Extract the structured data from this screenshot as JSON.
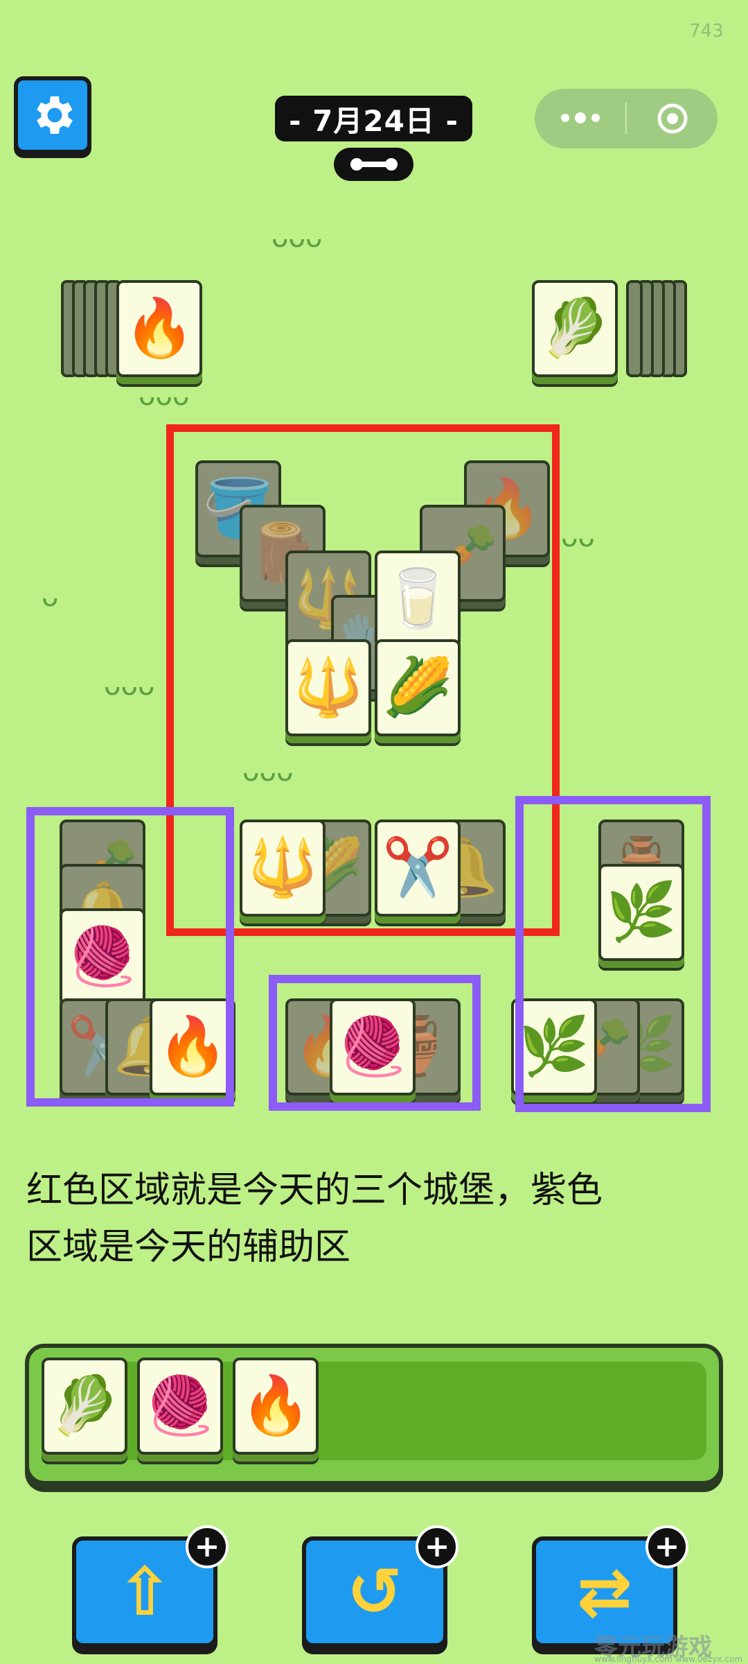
{
  "header": {
    "counter": "743",
    "date_label": "- 7月24日 -"
  },
  "icons": {
    "settings": "gear-icon",
    "more": "more-dots-icon",
    "close": "target-close-icon",
    "link": "link-icon"
  },
  "tiles": {
    "fire": "🔥",
    "cabbage": "🥬",
    "bucket": "🪣",
    "stump": "🪵",
    "fork": "🔱",
    "milk": "🥛",
    "carrot": "🥕",
    "corn": "🌽",
    "yarn": "🧶",
    "scissors": "✂️",
    "bell": "🔔",
    "grass": "🌿",
    "pot": "🏺",
    "glove": "🧤"
  },
  "caption": {
    "line1": "红色区域就是今天的三个城堡，紫色",
    "line2": "区域是今天的辅助区"
  },
  "tray_items": [
    "🥬",
    "🧶",
    "🔥"
  ],
  "tools": [
    {
      "name": "move-out",
      "icon": "⇧"
    },
    {
      "name": "undo",
      "icon": "↺"
    },
    {
      "name": "shuffle",
      "icon": "⇄"
    }
  ],
  "plus_label": "+",
  "watermark": "零元玩游戏",
  "watermark_url": "www.lingfluyx.com  www.06zyx.com",
  "colors": {
    "background": "#bdf086",
    "red_highlight": "#f0261c",
    "purple_highlight": "#8b5cf6",
    "button_blue": "#1e9bf0"
  }
}
